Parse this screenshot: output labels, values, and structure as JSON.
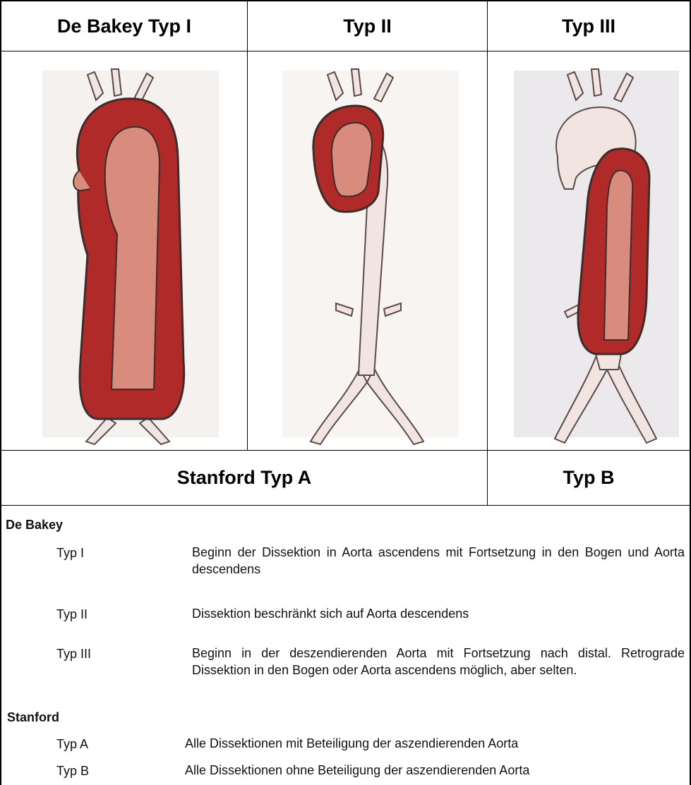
{
  "headers": {
    "col1": "De Bakey Typ I",
    "col2": "Typ II",
    "col3": "Typ III",
    "stanford_a": "Stanford Typ A",
    "stanford_b": "Typ B"
  },
  "illustrations": [
    {
      "icon": "aorta-dissection-type-i-illustration",
      "false_lumen_color": "#b02a2a",
      "lumen_color": "#d98b7e"
    },
    {
      "icon": "aorta-dissection-type-ii-illustration",
      "false_lumen_color": "#b02a2a",
      "lumen_color": "#f1e4e1"
    },
    {
      "icon": "aorta-dissection-type-iii-illustration",
      "false_lumen_color": "#b02a2a",
      "lumen_color": "#f1e4e1"
    }
  ],
  "legend": {
    "debakey_title": "De Bakey",
    "debakey_items": [
      {
        "label": "Typ I",
        "text": "Beginn der Dissektion in Aorta ascendens mit Fortsetzung in den Bogen und Aorta descendens"
      },
      {
        "label": "Typ II",
        "text": "Dissektion beschränkt sich auf Aorta descendens"
      },
      {
        "label": "Typ III",
        "text": "Beginn in der deszendierenden Aorta mit Fortsetzung nach distal. Retrograde Dissektion in den Bogen oder Aorta ascendens möglich, aber selten."
      }
    ],
    "stanford_title": "Stanford",
    "stanford_items": [
      {
        "label": "Typ A",
        "text": "Alle Dissektionen mit Beteiligung der aszendierenden Aorta"
      },
      {
        "label": "Typ B",
        "text": "Alle Dissektionen ohne Beteiligung der aszendierenden Aorta"
      }
    ]
  }
}
